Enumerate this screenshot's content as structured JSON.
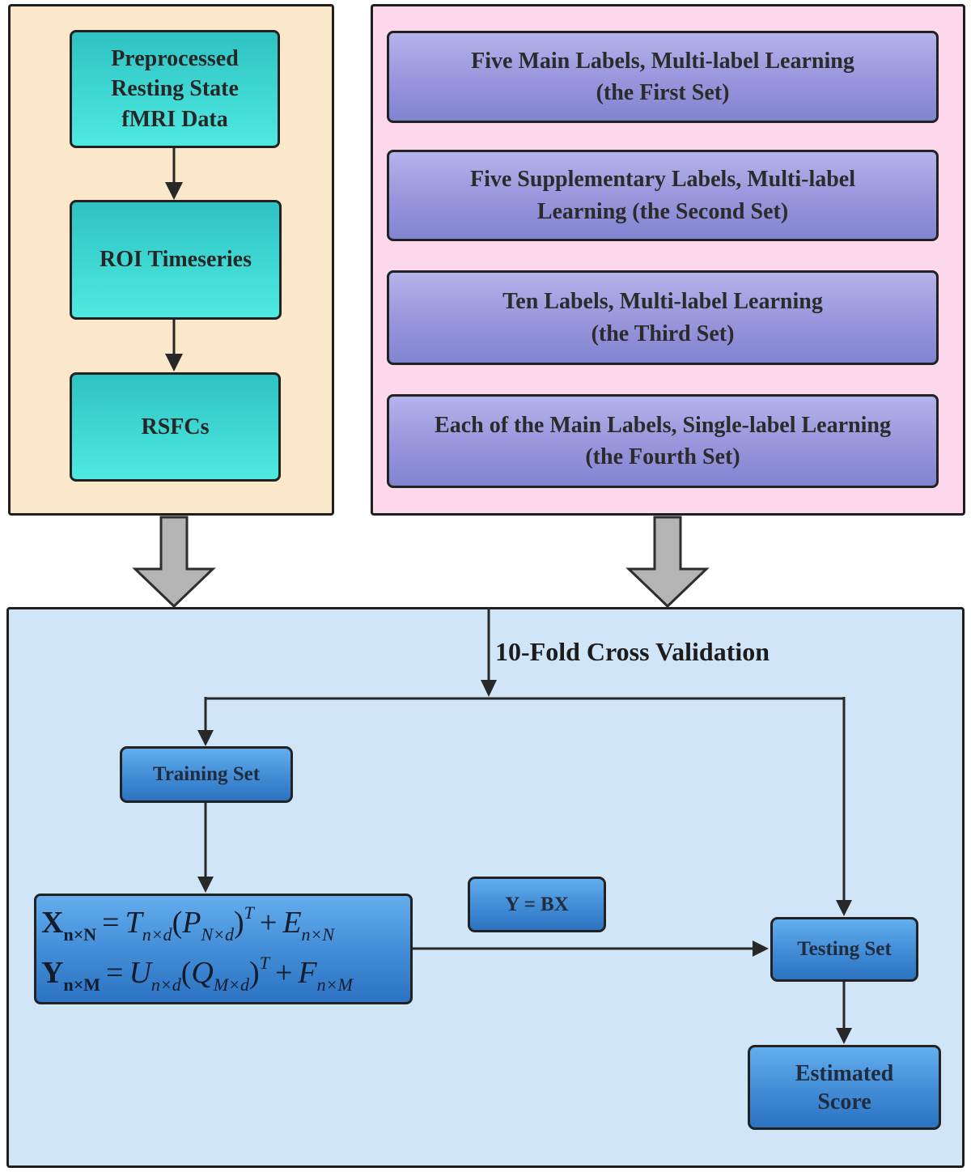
{
  "diagram": {
    "preprocessing_panel": {
      "boxes": [
        {
          "lines": [
            "Preprocessed",
            "Resting State",
            "fMRI Data"
          ]
        },
        {
          "lines": [
            "ROI Timeseries"
          ]
        },
        {
          "lines": [
            "RSFCs"
          ]
        }
      ]
    },
    "label_sets_panel": {
      "boxes": [
        {
          "lines": [
            "Five Main Labels, Multi-label Learning",
            "(the First Set)"
          ]
        },
        {
          "lines": [
            "Five Supplementary Labels, Multi-label",
            "Learning (the Second Set)"
          ]
        },
        {
          "lines": [
            "Ten Labels, Multi-label Learning",
            "(the Third Set)"
          ]
        },
        {
          "lines": [
            "Each of the Main Labels, Single-label Learning",
            "(the Fourth Set)"
          ]
        }
      ]
    },
    "cross_validation_panel": {
      "title": "10-Fold Cross Validation",
      "training_set": "Training Set",
      "testing_set": "Testing Set",
      "estimated_score": {
        "lines": [
          "Estimated",
          "Score"
        ]
      },
      "regression_model": "Y = BX",
      "pls_equations": {
        "eq1": {
          "lhs": "X",
          "lhs_sub": "n×N",
          "equals": "=",
          "t1": "T",
          "t1_sub": "n×d",
          "open": "(",
          "t2": "P",
          "t2_sub": "N×d",
          "close": ")",
          "transpose": "T",
          "plus": "+",
          "t3": "E",
          "t3_sub": "n×N"
        },
        "eq2": {
          "lhs": "Y",
          "lhs_sub": "n×M",
          "equals": "=",
          "t1": "U",
          "t1_sub": "n×d",
          "open": "(",
          "t2": "Q",
          "t2_sub": "M×d",
          "close": ")",
          "transpose": "T",
          "plus": "+",
          "t3": "F",
          "t3_sub": "n×M"
        }
      }
    },
    "colors": {
      "left_panel_bg": "#fbe7ca",
      "right_panel_bg": "#fdd7ec",
      "bottom_panel_bg": "#d0e5f8",
      "cyan_box_top": "#2fc2c4",
      "cyan_box_bottom": "#4fe9e1",
      "purple_box_top": "#b4b3ea",
      "purple_box_bottom": "#8184d0",
      "blue_box_top": "#64aeee",
      "blue_box_bottom": "#2c73c3",
      "gray_block_arrow": "#b4b4b4",
      "connector_line": "#282828"
    }
  }
}
